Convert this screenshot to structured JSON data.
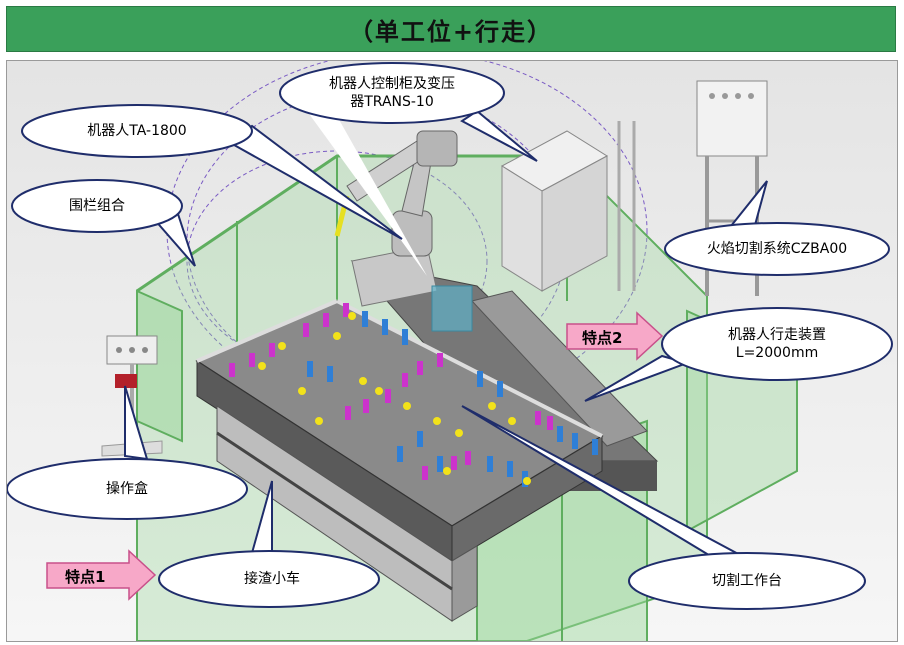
{
  "title": "（单工位+行走）",
  "labels": {
    "control_cabinet_line1": "机器人控制柜及变压",
    "control_cabinet_line2": "器TRANS-10",
    "robot": "机器人TA-1800",
    "fence": "围栏组合",
    "flame_cutting": "火焰切割系统CZBA00",
    "walking_device_line1": "机器人行走装置",
    "walking_device_line2": "L=2000mm",
    "operation_box": "操作盒",
    "slag_cart": "接渣小车",
    "cutting_table": "切割工作台"
  },
  "features": {
    "feature1": "特点1",
    "feature2": "特点2"
  },
  "colors": {
    "banner": "#3aa05a",
    "fence": "#8fd18f",
    "feature_arrow": "#f7a8c8",
    "pin_magenta": "#cc33cc",
    "pin_blue": "#2f7fd6",
    "pin_yellow": "#f2e21a"
  }
}
